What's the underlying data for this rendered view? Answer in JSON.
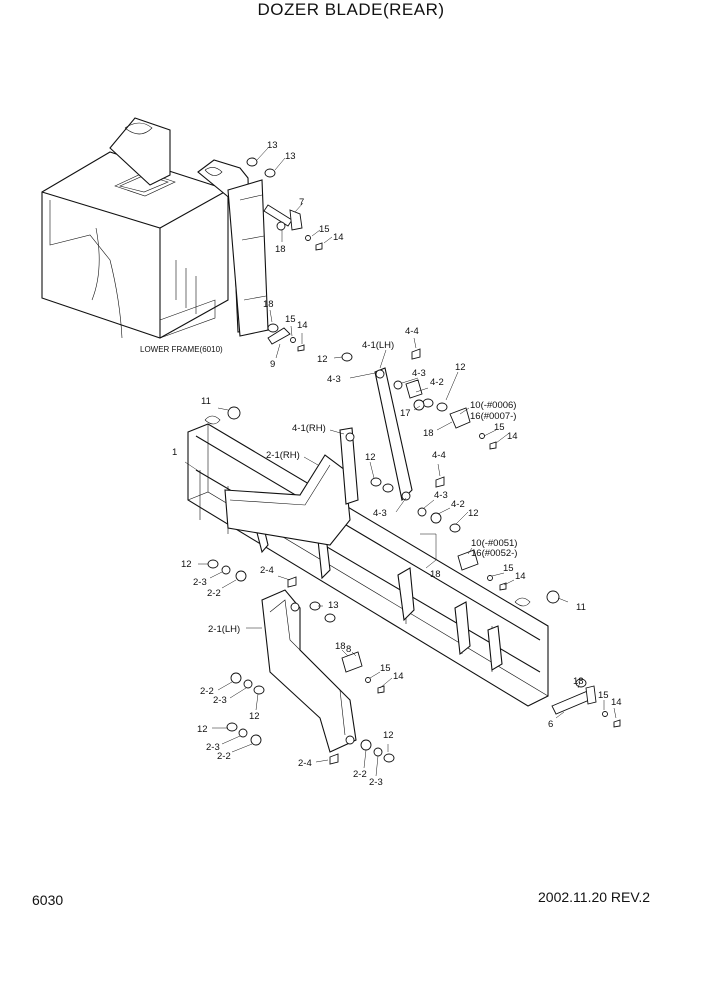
{
  "title": "DOZER BLADE(REAR)",
  "page_number": "6030",
  "revision": "2002.11.20 REV.2",
  "frame_label": "LOWER FRAME(6010)",
  "callouts": [
    "13",
    "13",
    "7",
    "15",
    "14",
    "18",
    "18",
    "15",
    "14",
    "9",
    "4-4",
    "4-1(LH)",
    "12",
    "4-3",
    "4-3",
    "4-2",
    "12",
    "17",
    "10(-#0006)",
    "16(#0007-)",
    "15",
    "18",
    "14",
    "11",
    "4-1(RH)",
    "1",
    "2-1(RH)",
    "12",
    "4-4",
    "4-3",
    "4-3",
    "4-2",
    "12",
    "10(-#0051)",
    "16(#0052-)",
    "18",
    "15",
    "14",
    "11",
    "12",
    "2-3",
    "2-2",
    "2-4",
    "13",
    "2-1(LH)",
    "18",
    "8",
    "15",
    "14",
    "2-2",
    "2-3",
    "12",
    "12",
    "2-3",
    "2-2",
    "2-4",
    "2-2",
    "2-3",
    "12",
    "18",
    "15",
    "14",
    "6"
  ]
}
